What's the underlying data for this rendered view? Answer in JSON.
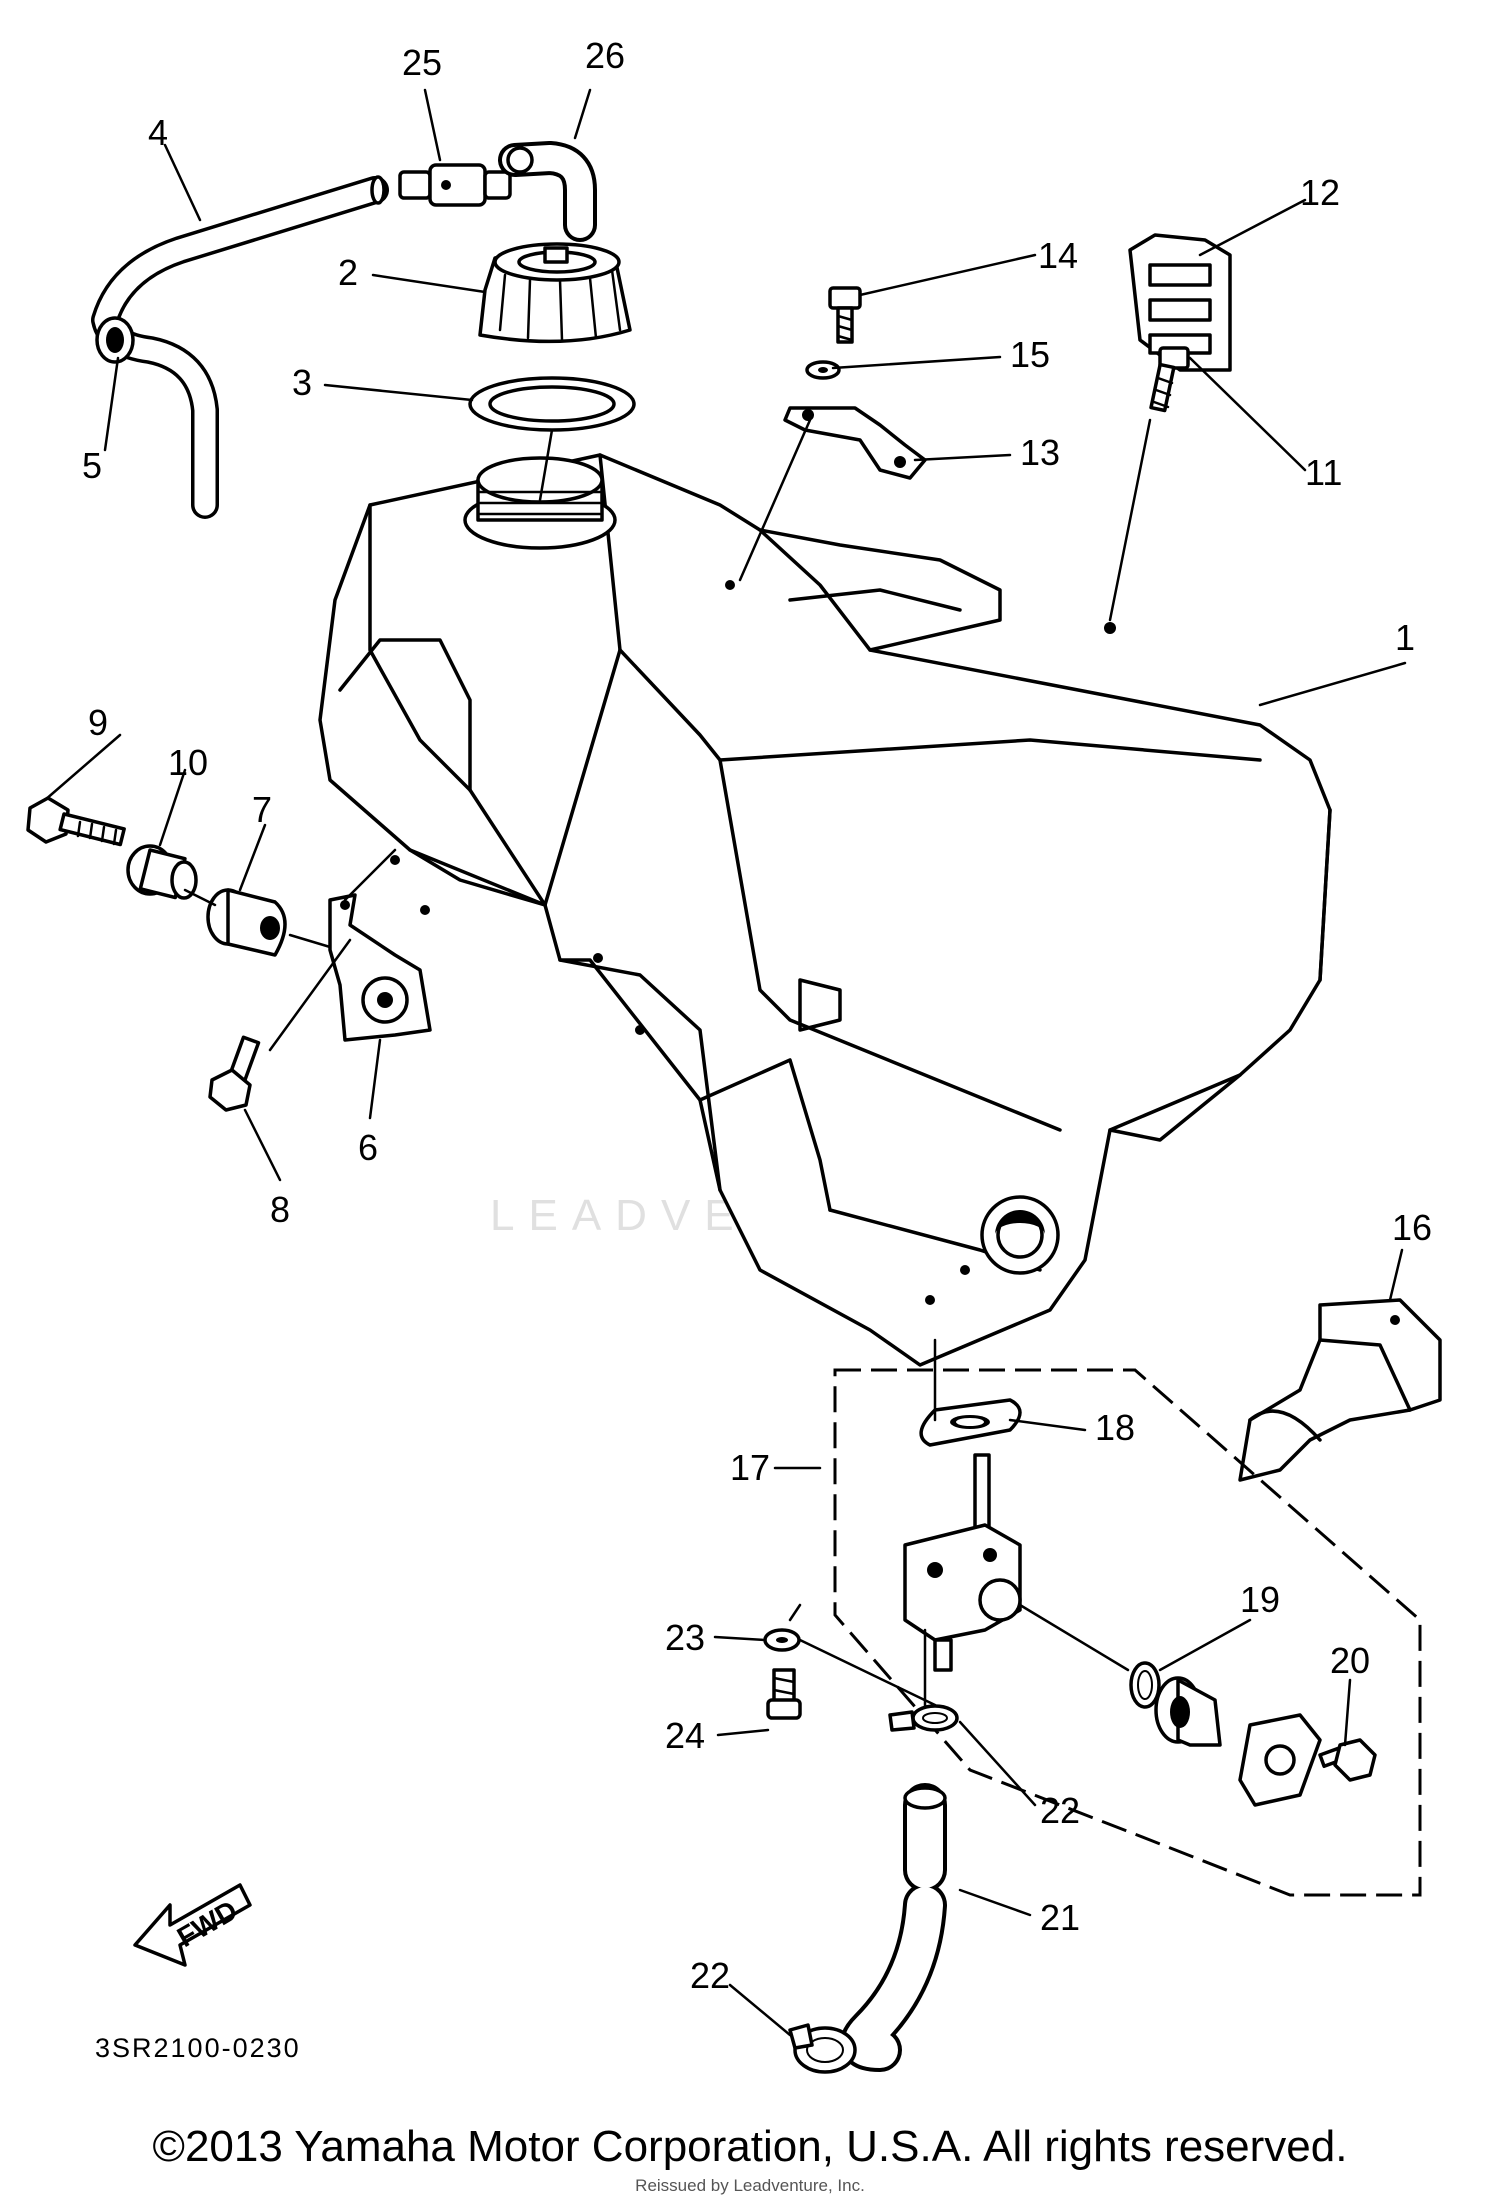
{
  "diagram": {
    "part_code": "3SR2100-0230",
    "direction_arrow_text": "FWD",
    "watermark": "LEADVENTURE",
    "callouts": [
      "1",
      "2",
      "3",
      "4",
      "5",
      "6",
      "7",
      "8",
      "9",
      "10",
      "11",
      "12",
      "13",
      "14",
      "15",
      "16",
      "17",
      "18",
      "19",
      "20",
      "21",
      "22",
      "22",
      "23",
      "24",
      "25",
      "26"
    ]
  },
  "footer": {
    "copyright": "©2013 Yamaha Motor Corporation, U.S.A. All rights reserved.",
    "credit": "Reissued by Leadventure, Inc."
  }
}
